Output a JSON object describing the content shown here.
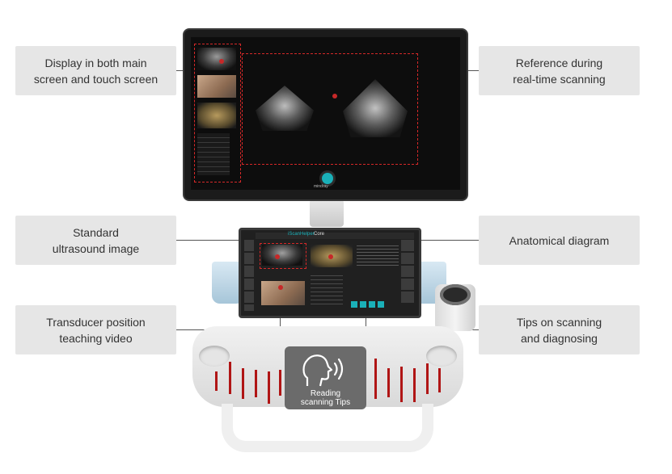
{
  "callouts": {
    "display_both": "Display in both main\nscreen and touch screen",
    "reference": "Reference during\nreal-time scanning",
    "standard_image": "Standard\nultrasound image",
    "anatomical": "Anatomical diagram",
    "transducer_video": "Transducer position\nteaching video",
    "tips": "Tips on scanning\nand diagnosing"
  },
  "monitor": {
    "brand": "mindray",
    "touch_title": "iScanHelper",
    "touch_tab": "Core"
  },
  "speech_panel": {
    "label": "Reading\nscanning Tips",
    "icon": "speaking-head-icon"
  },
  "colors": {
    "callout_bg": "#e6e6e6",
    "accent_red": "#c62828",
    "screen_dark": "#0d0d0d",
    "teal": "#1ab0b8"
  }
}
